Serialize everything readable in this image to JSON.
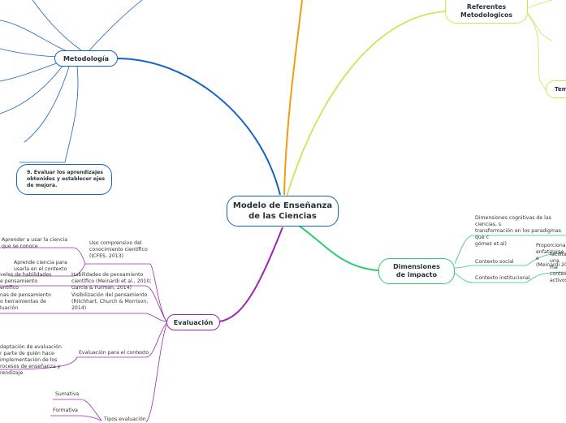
{
  "root": {
    "label": "Modelo de Enseñanza\nde las Ciencias"
  },
  "branches": {
    "metodologia": {
      "label": "Metodología",
      "color": "#1565c0"
    },
    "referentes": {
      "label": "Referentes\nMetodologicos",
      "color": "#d4e157"
    },
    "tem": {
      "label": "Tem"
    },
    "dimensiones": {
      "label": "Dimensiones\nde impacto",
      "color": "#2ecc71"
    },
    "evaluacion": {
      "label": "Evaluación",
      "color": "#9c27b0"
    },
    "orange_color": "#f39c12"
  },
  "metodologia_child": {
    "label": "9. Evaluar los aprendizajes\nobtenidos y establecer ejes\nde mejora."
  },
  "dimensiones_items": {
    "d1": "Dimensiones cognitivas de las ciencias, s\ntransformación en los paradigmas que c\ngómez et.al)",
    "d2": "Contexto social",
    "d2_detail": "Proporcionar\nenfatizarse e\n(Meinardi 20",
    "d3": "Contexto institucional",
    "d3_detail": "facilita\nuna ma\ncontext\nactivos"
  },
  "evaluacion_items": {
    "e1": "Uso comprensivo del\nconocimiento científico\n(ICFES, 2013)",
    "e1a": "Aprender a usar la ciencia\nque se conoce",
    "e1b": "Aprende ciencia para\nusarla en el contexto",
    "e2": "Habilidades de pensamiento\ncientífico (Meinardi et al., 2010;\nGarcía & Furman, 2014)",
    "e2a": "veles de habilidades\ne pensamiento\nentífico",
    "e3": "Visibilización del pensamiento\n(Ritchhart, Church & Morrison,\n2014)",
    "e3a": "nas de pensamiento\no herramientas de\nluación",
    "e4": "Evaluación para el contexto",
    "e4a": "daptación de evaluación\nr parte de quién hace\nimplementación de los\nrocesos de enseñanza y\nrendizaje",
    "e5": "Tipos evaluación",
    "e5a": "Sumativa",
    "e5b": "Formativa"
  }
}
